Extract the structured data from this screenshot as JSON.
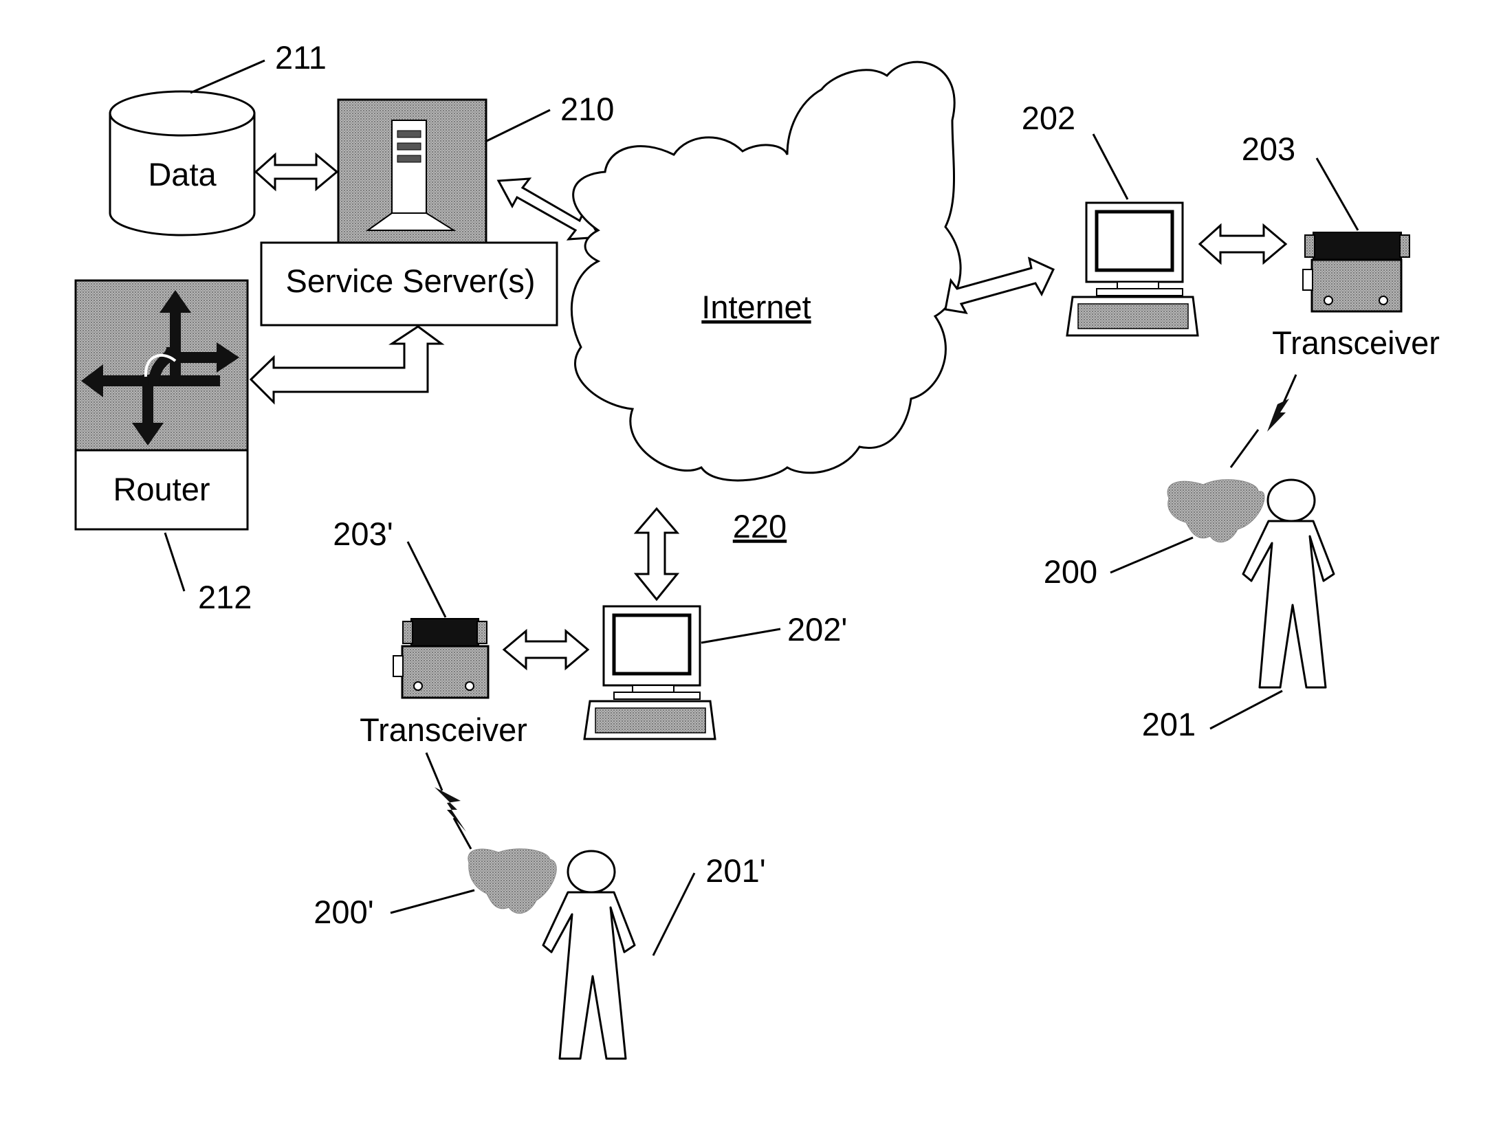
{
  "colors": {
    "ink": "#000000",
    "shade": "#a9a9a9",
    "paper": "#ffffff"
  },
  "nodes": {
    "data_store": {
      "label": "Data",
      "ref": "211"
    },
    "service_server": {
      "label": "Service Server(s)",
      "ref": "210"
    },
    "router": {
      "label": "Router",
      "ref": "212"
    },
    "internet": {
      "label": "Internet",
      "ref": "220"
    },
    "computer_right": {
      "ref": "202"
    },
    "transceiver_right": {
      "label": "Transceiver",
      "ref": "203"
    },
    "heart_right": {
      "ref": "200"
    },
    "person_right": {
      "ref": "201"
    },
    "computer_left": {
      "ref": "202'"
    },
    "transceiver_left": {
      "label": "Transceiver",
      "ref": "203'"
    },
    "heart_left": {
      "ref": "200'"
    },
    "person_left": {
      "ref": "201'"
    }
  }
}
